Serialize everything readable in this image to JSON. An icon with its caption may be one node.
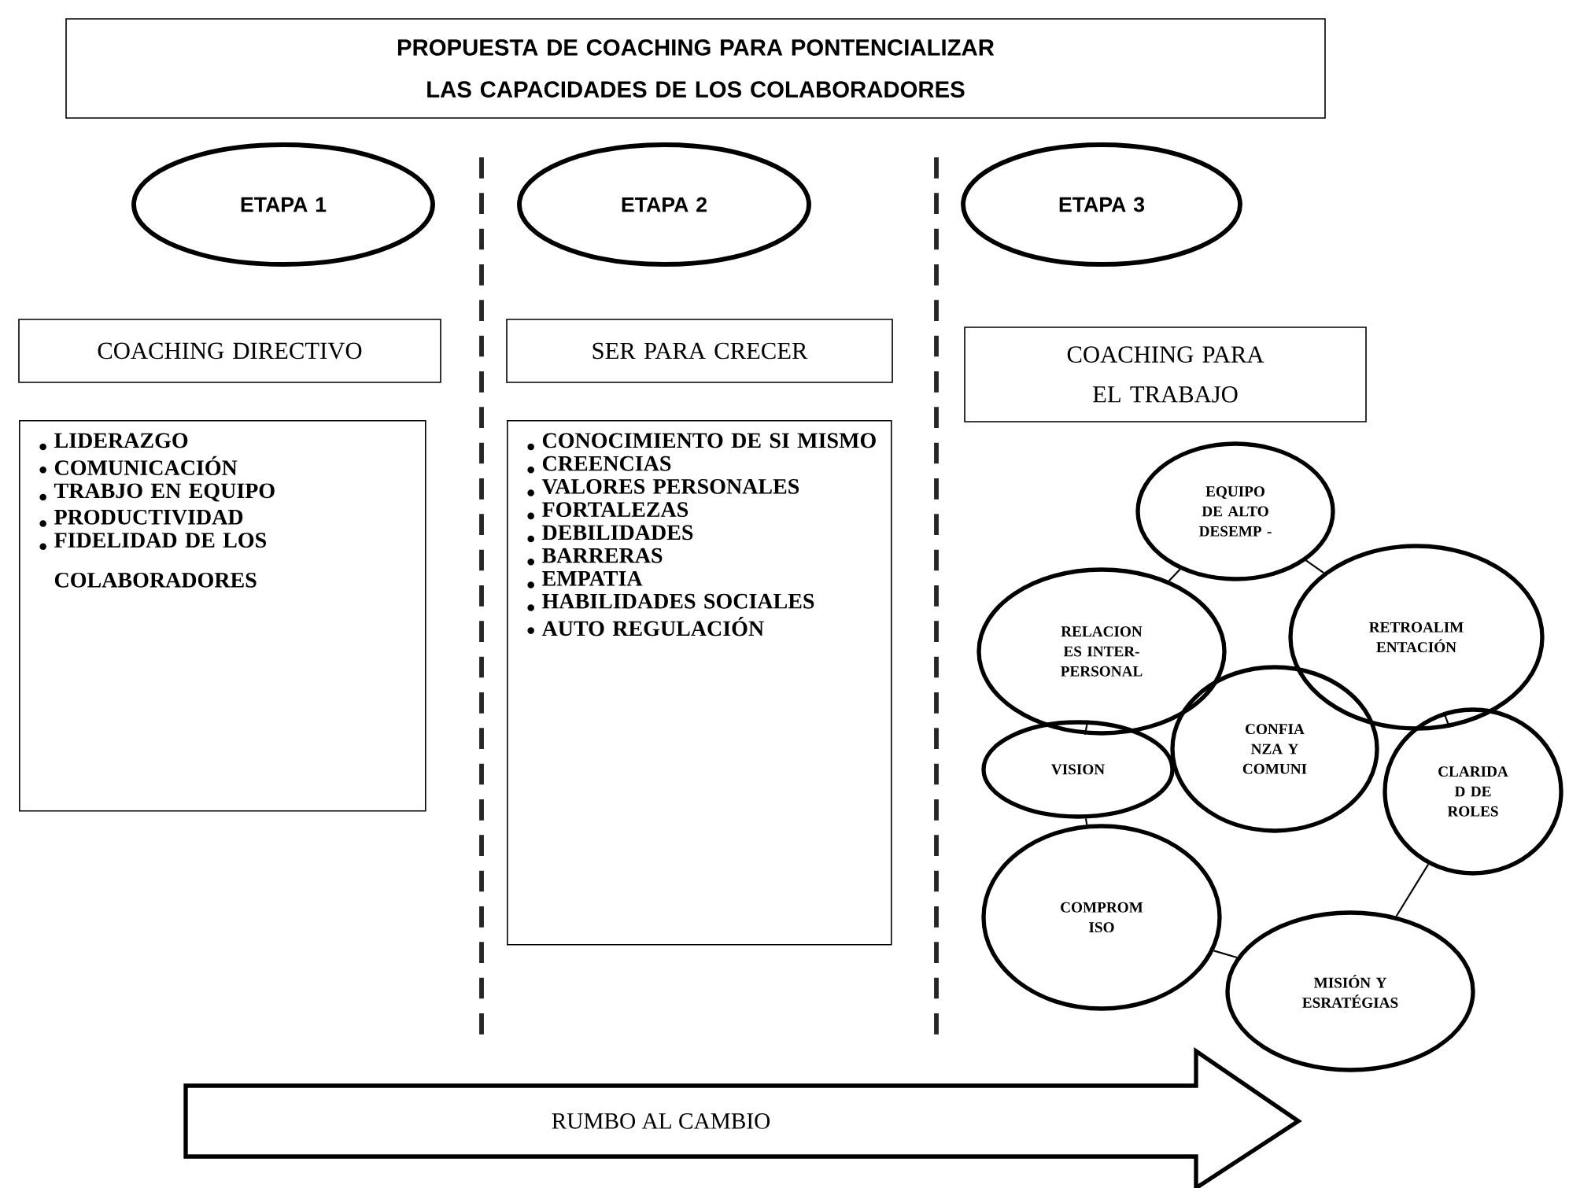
{
  "diagram": {
    "nodes": [
      {
        "text": [
          "PROPUESTA DE COACHING PARA PONTENCIALIZAR LAS CAPACIDADES DE LOS COLABORADORES"
        ]
      },
      {
        "text": [
          "ETAPA 1"
        ]
      },
      {
        "text": [
          "ETAPA 2"
        ]
      },
      {
        "text": [
          "ETAPA 3"
        ]
      },
      {
        "text": [
          "COACHING DIRECTIVO"
        ]
      },
      {
        "text": [
          "SER PARA CRECER"
        ]
      },
      {
        "text": [
          "COACHING PARA EL TRABAJO"
        ]
      },
      {
        "text": [
          "LIDERAZGO",
          "COMUNICACIÓN",
          "TRABJO EN EQUIPO",
          "PRODUCTIVIDAD",
          "FIDELIDAD DE LOS COLABORADORES"
        ]
      },
      {
        "text": [
          "CONOCIMIENTO DE SI MISMO",
          "CREENCIAS",
          "VALORES PERSONALES",
          "FORTALEZAS",
          "DEBILIDADES",
          "BARRERAS",
          "EMPATIA",
          "HABILIDADES SOCIALES",
          "AUTO REGULACIÓN"
        ]
      },
      {
        "text": [
          "EQUIPO DE ALTO DESEMP -"
        ]
      },
      {
        "text": [
          "RELACION ES INTER- PERSONAL"
        ]
      },
      {
        "text": [
          "RETROALIM ENTACIÓN"
        ]
      },
      {
        "text": [
          "VISION"
        ]
      },
      {
        "text": [
          "CONFIA NZA Y COMUNI"
        ]
      },
      {
        "text": [
          "CLARIDA D DE ROLES"
        ]
      },
      {
        "text": [
          "COMPROM ISO"
        ]
      },
      {
        "text": [
          "MISIÓN Y ESRATÉGIAS"
        ]
      },
      {
        "text": [
          "RUMBO AL CAMBIO"
        ]
      }
    ],
    "edges": [
      {
        "from": 9,
        "to": 10,
        "arrow": "none"
      },
      {
        "from": 9,
        "to": 11,
        "arrow": "none"
      },
      {
        "from": 10,
        "to": 12,
        "arrow": "none"
      },
      {
        "from": 12,
        "to": 15,
        "arrow": "none"
      },
      {
        "from": 15,
        "to": 16,
        "arrow": "none"
      },
      {
        "from": 16,
        "to": 14,
        "arrow": "none"
      },
      {
        "from": 14,
        "to": 11,
        "arrow": "none"
      }
    ]
  }
}
